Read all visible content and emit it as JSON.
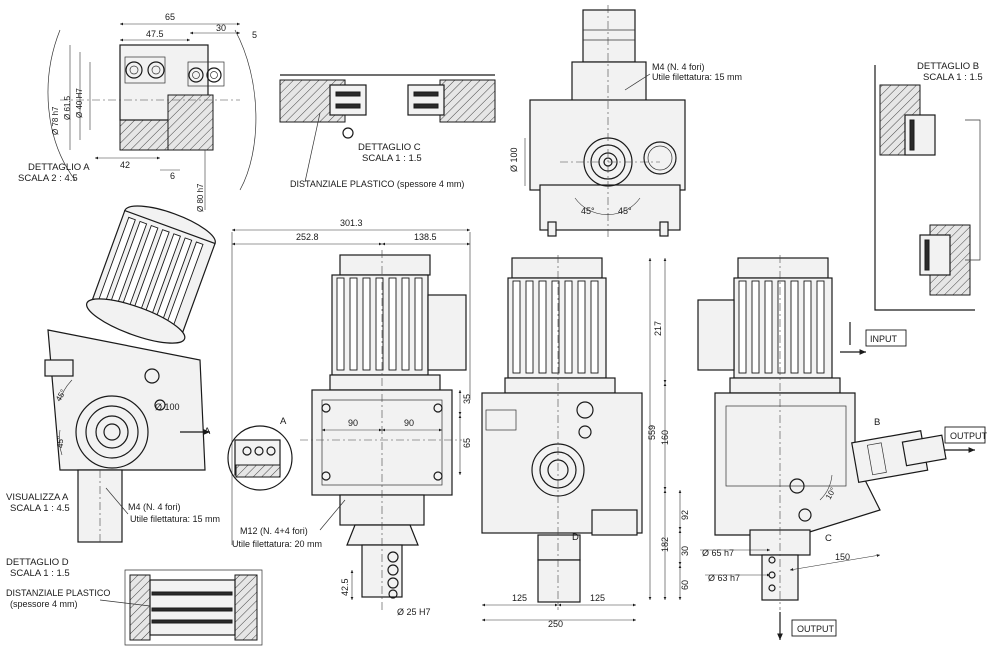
{
  "views": {
    "detail_a": {
      "title": "DETTAGLIO A",
      "scale": "SCALA 2 : 4.5"
    },
    "detail_b": {
      "title": "DETTAGLIO B",
      "scale": "SCALA 1 : 1.5"
    },
    "detail_c": {
      "title": "DETTAGLIO C",
      "scale": "SCALA 1 : 1.5"
    },
    "detail_d": {
      "title": "DETTAGLIO D",
      "scale": "SCALA 1 : 1.5"
    },
    "view_a": {
      "title": "VISUALIZZA A",
      "scale": "SCALA 1 : 4.5"
    }
  },
  "notes": {
    "spacer_c": "DISTANZIALE PLASTICO (spessore 4 mm)",
    "spacer_d_line1": "DISTANZIALE PLASTICO",
    "spacer_d_line2": "(spessore 4 mm)",
    "m4_top_line1": "M4  (N. 4 fori)",
    "m4_top_line2": "Utile filettatura: 15 mm",
    "m4_left_line1": "M4  (N. 4 fori)",
    "m4_left_line2": "Utile filettatura: 15 mm",
    "m12_line1": "M12  (N. 4+4 fori)",
    "m12_line2": "Utile filettatura: 20 mm"
  },
  "flow": {
    "input": "INPUT",
    "output_side": "OUTPUT",
    "output_bottom": "OUTPUT"
  },
  "letters": {
    "a_arrow": "A",
    "a_detail": "A",
    "b": "B",
    "c": "C",
    "d": "D"
  },
  "dims_detail_a": {
    "d65": "65",
    "d47_5": "47.5",
    "d30": "30",
    "d5": "5",
    "d42": "42",
    "d6": "6",
    "phi78": "Ø 78 h7",
    "phi61": "Ø 61.5",
    "phi40": "Ø 40 H7",
    "phi80": "Ø 80 h7"
  },
  "dims_main": {
    "d301_3": "301.3",
    "d252_8": "252.8",
    "d138_5": "138.5",
    "d90_left": "90",
    "d90_right": "90",
    "d35": "35",
    "d65": "65",
    "d42_5": "42.5",
    "phi25": "Ø 25 H7",
    "d125_left": "125",
    "d125_right": "125",
    "d250": "250",
    "d217": "217",
    "d559": "559",
    "d160": "160",
    "d92": "92",
    "d182": "182",
    "d30": "30",
    "d60": "60",
    "phi65": "Ø 65 h7",
    "phi63": "Ø 63 h7",
    "d150": "150",
    "ang10": "10°",
    "phi100_top": "Ø 100",
    "phi100_left": "Ø 100",
    "ang45_left": "45°",
    "ang45_right": "45°",
    "ang45_a": "45°",
    "ang45_b": "45°"
  }
}
